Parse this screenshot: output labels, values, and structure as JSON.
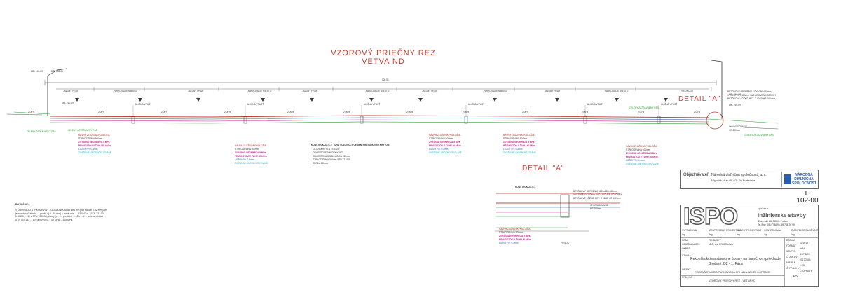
{
  "drawing": {
    "title_line1": "VZOROVÝ PRIEČNY REZ",
    "title_line2": "VETVA ND",
    "detail_callout": "DETAIL \"A\"",
    "detail_title": "DETAIL \"A\"",
    "overall_dim": "126.51",
    "left_marks": [
      "DBL 101-09",
      "DBL 102-09",
      "DBL 210-09"
    ],
    "right_marks": [
      "DBL 210-09",
      "DBL 210-09"
    ],
    "lane_labels": [
      "JAZDNÝ PRUH",
      "PARKOVACIE MIESTO",
      "JAZDNÝ PRUH",
      "PARKOVACIE MIESTO",
      "JAZDNÝ PRUH",
      "PARKOVACIE MIESTO",
      "JAZDNÝ PRUH",
      "PARKOVACIE MIESTO",
      "JAZDNÝ PRUH",
      "PARKOVACIE MIESTO",
      "PREDPOLIE"
    ],
    "uliche": [
      "ULIČNÁ VPUSŤ",
      "ULIČNÁ VPUSŤ",
      "ULIČNÁ VPUSŤ",
      "ULIČNÁ VPUSŤ",
      "ULIČNÁ VPUSŤ",
      "ULIČNÁ VPUSŤ",
      "ULIČNÁ VPUSŤ"
    ],
    "slope": "2.00%",
    "zelen": "ZELENÝ ZATRÁVNENÝ PÁS",
    "layers_left": {
      "head": "NÁVRH ZLOŽENIA PODLOŽIA",
      "l1": "ŠTRKODRVINA   500mm",
      "l2": "ZVÝŠENÁ GEOMREŽA 5 MPa",
      "l3": "PEVNOSTOU V ŤAHU 40 kN/m",
      "l4": "LOŽNÝ FR. 0-4mm",
      "l5": "ZVÝŠENIE ÚNOSNOSTI PLÁNE"
    },
    "construction": {
      "head": "KONŠTRUKCIA Č.1: TUHÁ VOZOVKA S CEMENTOBETÓNOVÝM KRYTOM",
      "rows": [
        "CB I   250mm   STN 73 6123",
        "CEMENTOBETÓNOVÝ KRYT",
        "CEMENTOVÁ STABILIZÁCIA  150mm",
        "ŠTRKODRVINA  250mm  STN 73 6126",
        "SPOLU  650mm"
      ]
    },
    "right_notes": [
      "BETÓNOVÝ OBRUBNÍK 1000x250x150mm",
      "VYSTÚPENÝ 150mm NAD ÚROVEŇ VOZOVKY",
      "BETÓNOVÉ LÔŽKO, BET. C 12/15 HR.100 mm"
    ],
    "right_notes2": [
      "OHUMUSOVANIE",
      "HR.200mm"
    ],
    "detail_labels": [
      "KONŠTRUKCIA Č.1",
      "BETÓNOVÝ OBRUBNÍK 1000x250x150mm",
      "VYSTÚPENÝ 150mm NAD ÚROVEŇ VOZOVKY",
      "BETÓNOVÉ LÔŽKO, BET. C 12/15 HR.100 mm",
      "OHUMUSOVANIE",
      "HR.200mm",
      "NÁVRH ZLOŽENIA PODLOŽIA",
      "ŠTRKODRVINA   500mm",
      "ZVÝŠENÁ GEOMREŽA 5 MPa",
      "PEVNOSTOU V ŤAHU 40 kN/m",
      "LOŽNÝ FR. 0-4mm",
      "PIESOK"
    ],
    "notes_head": "POZNÁMKA",
    "notes_body": "V ÚROVNI ZO ŠTRKODRVINY - ODSODNIA použiť štrk min pod frakcie 0-32 mm (ale je to nutnosť, ktoríto ... použiť aj 0 - 63 mm) s hrady min. ... 63 0-4'' z ... STN 73 1001, tř. 6-8.0, ... 11 a STN 73 6133 priatej č), ... ... predajný ... 40 k ... č ... určenej oblasti ... STN 73 6133 ... 170 a 06/2010 ... 45 MPa ... 120 MPa."
  },
  "titleblock": {
    "objednavatel_label": "Objednávateľ:",
    "objednavatel_line1": "Národná diaľničná spoločnosť, a. s.",
    "objednavatel_line2": "Mlynské Nivy 45, 821 09 Bratislava",
    "nds_line1": "NÁRODNÁ",
    "nds_line2": "DIAĽNIČNÁ",
    "nds_line3": "SPOLOČNOSŤ",
    "sheet_letter": "E",
    "sheet_code": "102-00",
    "ispo": "ISPO",
    "ispo_tag": "spol. s r.o.",
    "ispo_sub": "inžinierske stavby",
    "ispo_addr1": "Slovenské 86, 080 01 Prešov",
    "ispo_addr2": "Tel./Fax: 051/7746 96, 95  746 26 99",
    "roles": [
      "VYPRACOVAL",
      "ZODPOVEDNÝ PROJEKTANT",
      "HLAVNÝ PROJEKTANT",
      "KONTROLOVAL",
      "RIADITEĽ SPOLOČNOSTI"
    ],
    "names_row": [
      "Ing. ...",
      "Ing. ...",
      "Ing. ...",
      "Ing. ...",
      "Ing. ..."
    ],
    "meta_left": [
      "KRAJ",
      "OBJEDNÁVATEĽ",
      "OKRES"
    ],
    "meta_leftval": [
      "TRNAVSKÝ",
      "NDS, a.s. BRATISLAVA",
      ""
    ],
    "meta_right": [
      "DÁTUM",
      "FORMÁT",
      "STUPEŇ",
      "Č. ZMLUVY",
      "MIERKA",
      "Č. PRÍLOHY"
    ],
    "meta_rightval": [
      "02/2015",
      "4xA4",
      "DSP/DRS",
      "2017/2014",
      "1:200",
      "Č. ÚPRAVY"
    ],
    "stavba_label": "STAVBA",
    "stavba_line1": "Rekonštrukcia a stavebné úpravy na hraničnom priechode",
    "stavba_line2": "Brodské, D2 - 1. Fáza",
    "objekt_label": "OBJEKT",
    "objekt": "REKONŠTRUKCIA PARKOVISKA PRI NÁKLADNEJ DOPRAVE",
    "priloha_label": "PRÍLOHA",
    "priloha": "VZOROVÝ PRIEČNY REZ - VETVA ND",
    "priloha_no": "4.5"
  }
}
